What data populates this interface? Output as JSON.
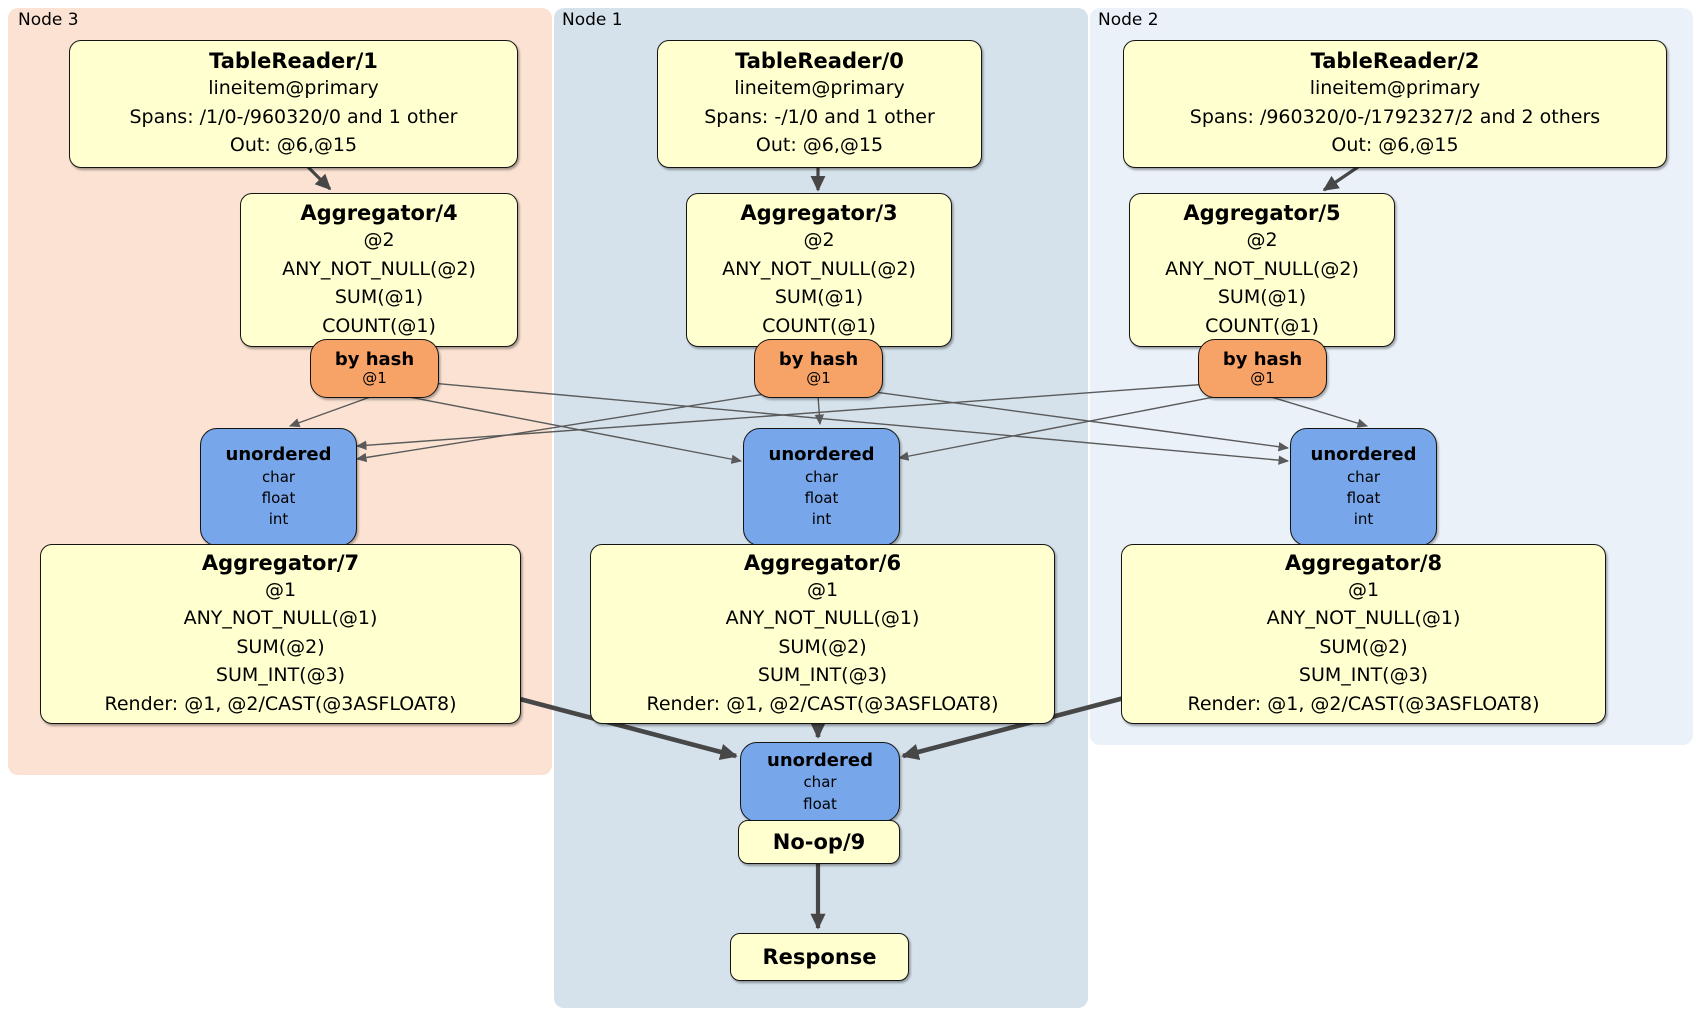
{
  "regions": [
    {
      "label": "Node 3"
    },
    {
      "label": "Node 1"
    },
    {
      "label": "Node 2"
    }
  ],
  "columns": [
    {
      "region_label": "Node 3",
      "table_reader": {
        "title": "TableReader/1",
        "lines": [
          "lineitem@primary",
          "Spans: /1/0-/960320/0 and 1 other",
          "Out: @6,@15"
        ]
      },
      "aggregator": {
        "title": "Aggregator/4",
        "lines": [
          "@2",
          "ANY_NOT_NULL(@2)",
          "SUM(@1)",
          "COUNT(@1)"
        ]
      },
      "router": {
        "title": "by hash",
        "detail": "@1"
      },
      "sync": {
        "title": "unordered",
        "lines": [
          "char",
          "float",
          "int"
        ]
      },
      "bottom_aggregator": {
        "title": "Aggregator/7",
        "lines": [
          "@1",
          "ANY_NOT_NULL(@1)",
          "SUM(@2)",
          "SUM_INT(@3)",
          "Render: @1, @2/CAST(@3ASFLOAT8)"
        ]
      }
    },
    {
      "region_label": "Node 1",
      "table_reader": {
        "title": "TableReader/0",
        "lines": [
          "lineitem@primary",
          "Spans: -/1/0 and 1 other",
          "Out: @6,@15"
        ]
      },
      "aggregator": {
        "title": "Aggregator/3",
        "lines": [
          "@2",
          "ANY_NOT_NULL(@2)",
          "SUM(@1)",
          "COUNT(@1)"
        ]
      },
      "router": {
        "title": "by hash",
        "detail": "@1"
      },
      "sync": {
        "title": "unordered",
        "lines": [
          "char",
          "float",
          "int"
        ]
      },
      "bottom_aggregator": {
        "title": "Aggregator/6",
        "lines": [
          "@1",
          "ANY_NOT_NULL(@1)",
          "SUM(@2)",
          "SUM_INT(@3)",
          "Render: @1, @2/CAST(@3ASFLOAT8)"
        ]
      }
    },
    {
      "region_label": "Node 2",
      "table_reader": {
        "title": "TableReader/2",
        "lines": [
          "lineitem@primary",
          "Spans: /960320/0-/1792327/2 and 2 others",
          "Out: @6,@15"
        ]
      },
      "aggregator": {
        "title": "Aggregator/5",
        "lines": [
          "@2",
          "ANY_NOT_NULL(@2)",
          "SUM(@1)",
          "COUNT(@1)"
        ]
      },
      "router": {
        "title": "by hash",
        "detail": "@1"
      },
      "sync": {
        "title": "unordered",
        "lines": [
          "char",
          "float",
          "int"
        ]
      },
      "bottom_aggregator": {
        "title": "Aggregator/8",
        "lines": [
          "@1",
          "ANY_NOT_NULL(@1)",
          "SUM(@2)",
          "SUM_INT(@3)",
          "Render: @1, @2/CAST(@3ASFLOAT8)"
        ]
      }
    }
  ],
  "footer": {
    "sync": {
      "title": "unordered",
      "lines": [
        "char",
        "float"
      ]
    },
    "noop_label": "No-op/9",
    "response_label": "Response"
  },
  "colors": {
    "node3_bg": "#fbe2d2",
    "node1_bg": "#d5e2eb",
    "node2_bg": "#eaf1f9",
    "processor_fill": "#ffffd0",
    "router_fill": "#f7a267",
    "sync_fill": "#77a6ea",
    "edge_thin": "#5a5a5a",
    "edge_thick": "#474747"
  }
}
